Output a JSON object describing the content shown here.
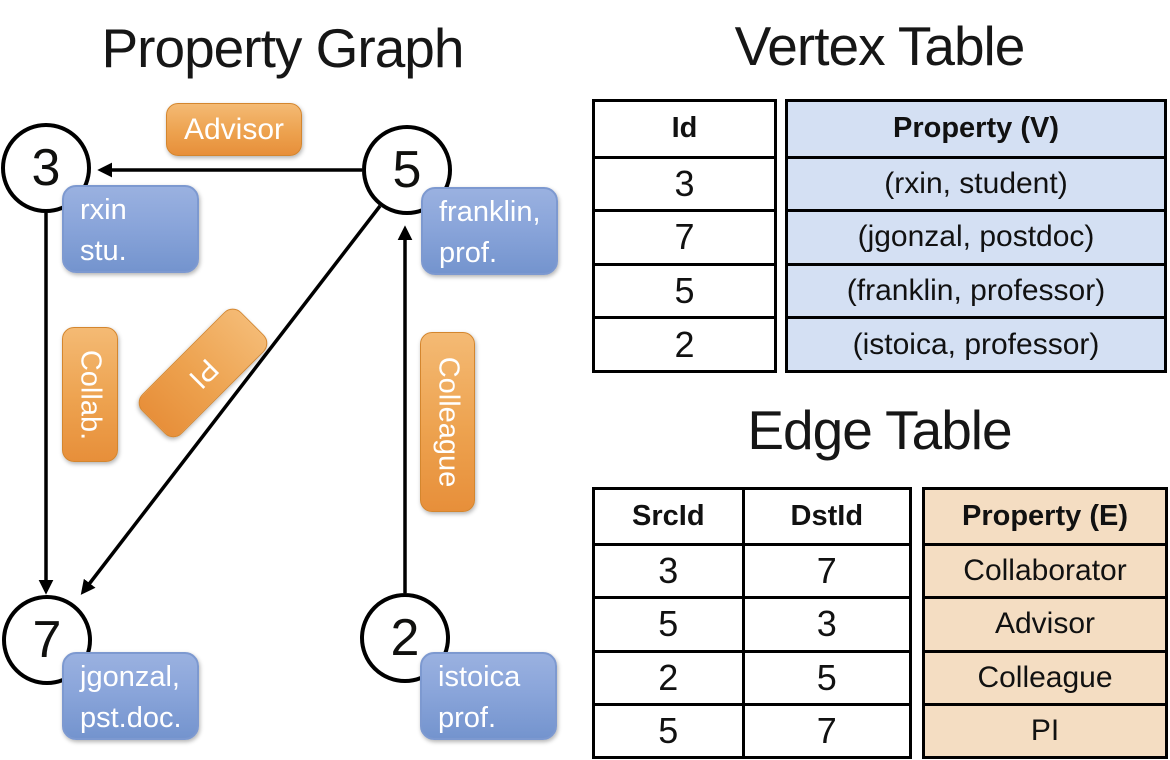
{
  "graph": {
    "title": "Property Graph",
    "vertices": [
      {
        "id": "3",
        "line1": "rxin",
        "line2": "stu."
      },
      {
        "id": "5",
        "line1": "franklin,",
        "line2": "prof."
      },
      {
        "id": "7",
        "line1": "jgonzal,",
        "line2": "pst.doc."
      },
      {
        "id": "2",
        "line1": "istoica",
        "line2": "prof."
      }
    ],
    "edge_labels": {
      "advisor": "Advisor",
      "collab": "Collab.",
      "pi": "PI",
      "colleague": "Colleague"
    }
  },
  "vertex_table": {
    "title": "Vertex Table",
    "columns": {
      "id": "Id",
      "property": "Property (V)"
    },
    "rows": [
      {
        "id": "3",
        "property": "(rxin, student)"
      },
      {
        "id": "7",
        "property": "(jgonzal, postdoc)"
      },
      {
        "id": "5",
        "property": "(franklin, professor)"
      },
      {
        "id": "2",
        "property": "(istoica, professor)"
      }
    ]
  },
  "edge_table": {
    "title": "Edge Table",
    "columns": {
      "src": "SrcId",
      "dst": "DstId",
      "property": "Property (E)"
    },
    "rows": [
      {
        "src": "3",
        "dst": "7",
        "property": "Collaborator"
      },
      {
        "src": "5",
        "dst": "3",
        "property": "Advisor"
      },
      {
        "src": "2",
        "dst": "5",
        "property": "Colleague"
      },
      {
        "src": "5",
        "dst": "7",
        "property": "PI"
      }
    ]
  },
  "colors": {
    "edge_label_fill_top": "#f4ba74",
    "edge_label_fill_bottom": "#e78f3a",
    "vertex_label_fill_top": "#9ab1e0",
    "vertex_label_fill_bottom": "#7494ce",
    "vertex_property_cell_fill": "#d4e0f3",
    "edge_property_cell_fill": "#f4ddc2",
    "line_color": "#000000",
    "label_text_color": "#ffffff"
  }
}
